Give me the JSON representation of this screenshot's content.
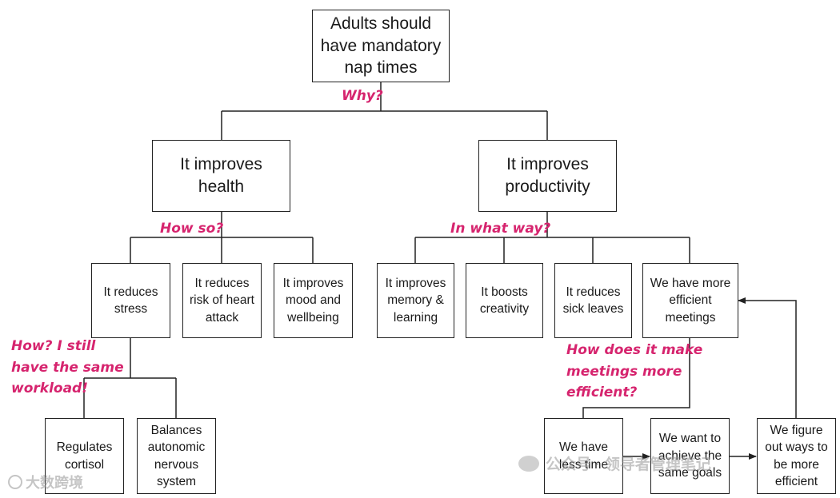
{
  "diagram": {
    "root": "Adults should have mandatory nap times",
    "branches": {
      "health": {
        "label": "It improves health",
        "children": {
          "stress": "It reduces stress",
          "heart": "It reduces risk of heart attack",
          "mood": "It improves mood and wellbeing"
        },
        "stress_children": {
          "cortisol": "Regulates cortisol",
          "autonomic": "Balances autonomic nervous system"
        }
      },
      "productivity": {
        "label": "It improves productivity",
        "children": {
          "memory": "It improves memory & learning",
          "creativity": "It boosts creativity",
          "sick": "It reduces sick leaves",
          "meetings": "We have more efficient meetings"
        },
        "meeting_chain": {
          "less_time": "We have less time",
          "same_goals": "We want to achieve the same goals",
          "figure_out": "We figure out ways to be more efficient"
        }
      }
    },
    "questions": {
      "why": "Why?",
      "how_so": "How so?",
      "in_what_way": "In what way?",
      "how_workload": "How? I still\nhave the same\nworkload!",
      "how_meetings": "How does it make\nmeetings more\nefficient?"
    }
  },
  "watermarks": {
    "left": "大数跨境",
    "right": "公众号 · 领导者管理笔记"
  },
  "colors": {
    "question_text": "#d6246e",
    "connector": "#222222"
  }
}
